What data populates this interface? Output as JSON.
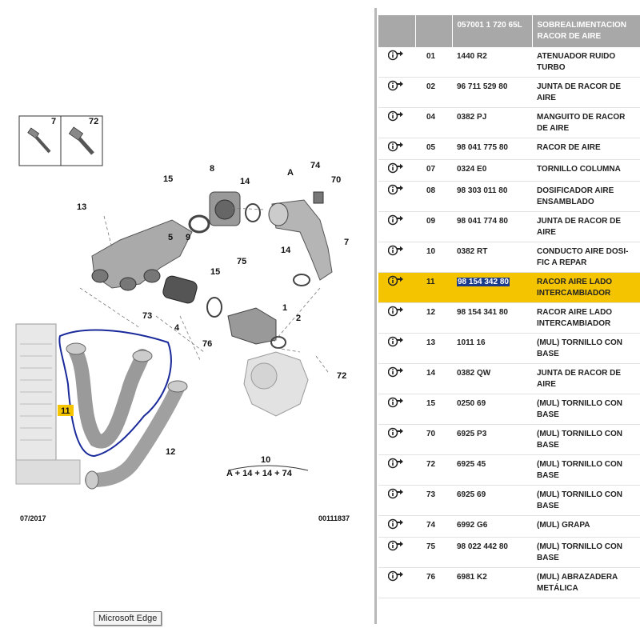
{
  "diagram": {
    "labels": [
      "7",
      "72",
      "15",
      "8",
      "14",
      "A",
      "74",
      "70",
      "13",
      "5",
      "9",
      "75",
      "15",
      "7",
      "14",
      "73",
      "4",
      "1",
      "2",
      "76",
      "72",
      "11",
      "12",
      "10",
      "A + 14 + 14 + 74"
    ],
    "date": "07/2017",
    "code": "00111837"
  },
  "tooltip": "Microsoft Edge",
  "table": {
    "header": {
      "col_icon": "",
      "col_num": "",
      "col_ref": "057001 1 720 65L",
      "col_desc": "SOBREALIMENTACION RACOR DE AIRE"
    },
    "rows": [
      {
        "num": "01",
        "ref": "1440 R2",
        "desc": "ATENUADOR RUIDO TURBO"
      },
      {
        "num": "02",
        "ref": "96 711 529 80",
        "desc": "JUNTA DE RACOR DE AIRE"
      },
      {
        "num": "04",
        "ref": "0382 PJ",
        "desc": "MANGUITO DE RACOR DE AIRE"
      },
      {
        "num": "05",
        "ref": "98 041 775 80",
        "desc": "RACOR DE AIRE"
      },
      {
        "num": "07",
        "ref": "0324 E0",
        "desc": "TORNILLO COLUMNA"
      },
      {
        "num": "08",
        "ref": "98 303 011 80",
        "desc": "DOSIFICADOR AIRE ENSAMBLADO"
      },
      {
        "num": "09",
        "ref": "98 041 774 80",
        "desc": "JUNTA DE RACOR DE AIRE"
      },
      {
        "num": "10",
        "ref": "0382 RT",
        "desc": "CONDUCTO AIRE DOSI-FIC A REPAR"
      },
      {
        "num": "11",
        "ref": "98 154 342 80",
        "desc": "RACOR AIRE LADO INTERCAMBIADOR"
      },
      {
        "num": "12",
        "ref": "98 154 341 80",
        "desc": "RACOR AIRE LADO INTERCAMBIADOR"
      },
      {
        "num": "13",
        "ref": "1011 16",
        "desc": "(MUL) TORNILLO CON BASE"
      },
      {
        "num": "14",
        "ref": "0382 QW",
        "desc": "JUNTA DE RACOR DE AIRE"
      },
      {
        "num": "15",
        "ref": "0250 69",
        "desc": "(MUL) TORNILLO CON BASE"
      },
      {
        "num": "70",
        "ref": "6925 P3",
        "desc": "(MUL) TORNILLO CON BASE"
      },
      {
        "num": "72",
        "ref": "6925 45",
        "desc": "(MUL) TORNILLO CON BASE"
      },
      {
        "num": "73",
        "ref": "6925 69",
        "desc": "(MUL) TORNILLO CON BASE"
      },
      {
        "num": "74",
        "ref": "6992 G6",
        "desc": "(MUL) GRAPA"
      },
      {
        "num": "75",
        "ref": "98 022 442 80",
        "desc": "(MUL) TORNILLO CON BASE"
      },
      {
        "num": "76",
        "ref": "6981 K2",
        "desc": "(MUL) ABRAZADERA METÁLICA"
      }
    ],
    "selected_index": 8
  },
  "colors": {
    "selected_row": "#f5c400",
    "header_bg": "#a8a8a8",
    "highlight_ref": "#1a3a8c",
    "annotation": "#1a2a9a"
  },
  "icons": {
    "row_icon": "info-arrow-icon"
  }
}
